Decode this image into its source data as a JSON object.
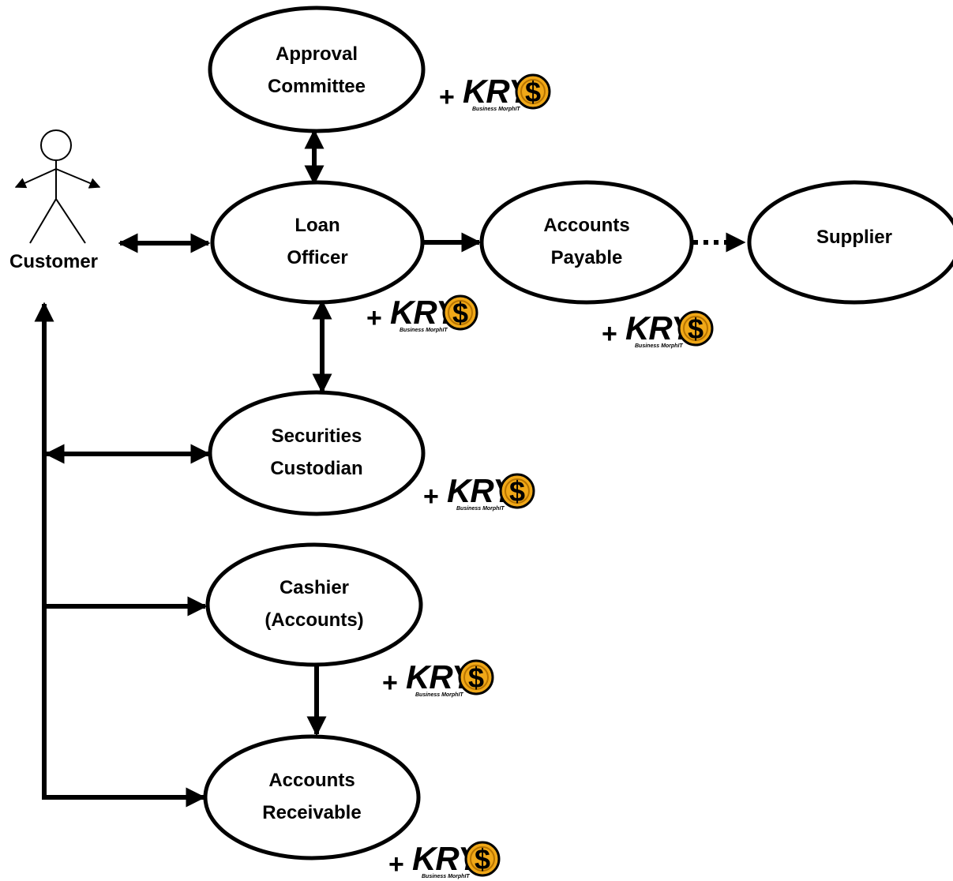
{
  "actor": {
    "label": "Customer"
  },
  "nodes": {
    "approval_committee": [
      "Approval",
      "Committee"
    ],
    "loan_officer": [
      "Loan",
      "Officer"
    ],
    "accounts_payable": [
      "Accounts",
      "Payable"
    ],
    "supplier": [
      "Supplier"
    ],
    "securities_custodian": [
      "Securities",
      "Custodian"
    ],
    "cashier": [
      "Cashier",
      "(Accounts)"
    ],
    "accounts_receivable": [
      "Accounts",
      "Receivable"
    ]
  },
  "badge": {
    "plus": "+",
    "logo_text": "KRY",
    "logo_symbol": "$",
    "logo_tagline": "Business MorphIT",
    "coin_color": "#f0a818"
  },
  "edges": [
    {
      "from": "approval_committee",
      "to": "loan_officer",
      "style": "solid",
      "direction": "both"
    },
    {
      "from": "customer",
      "to": "loan_officer",
      "style": "solid",
      "direction": "both"
    },
    {
      "from": "loan_officer",
      "to": "accounts_payable",
      "style": "solid",
      "direction": "forward"
    },
    {
      "from": "accounts_payable",
      "to": "supplier",
      "style": "dotted",
      "direction": "forward"
    },
    {
      "from": "loan_officer",
      "to": "securities_custodian",
      "style": "solid",
      "direction": "both"
    },
    {
      "from": "customer",
      "to": "securities_custodian",
      "style": "solid",
      "direction": "both"
    },
    {
      "from": "customer",
      "to": "cashier",
      "style": "solid",
      "direction": "forward"
    },
    {
      "from": "cashier",
      "to": "accounts_receivable",
      "style": "solid",
      "direction": "forward"
    },
    {
      "from": "customer",
      "to": "accounts_receivable",
      "style": "solid",
      "direction": "forward"
    }
  ]
}
